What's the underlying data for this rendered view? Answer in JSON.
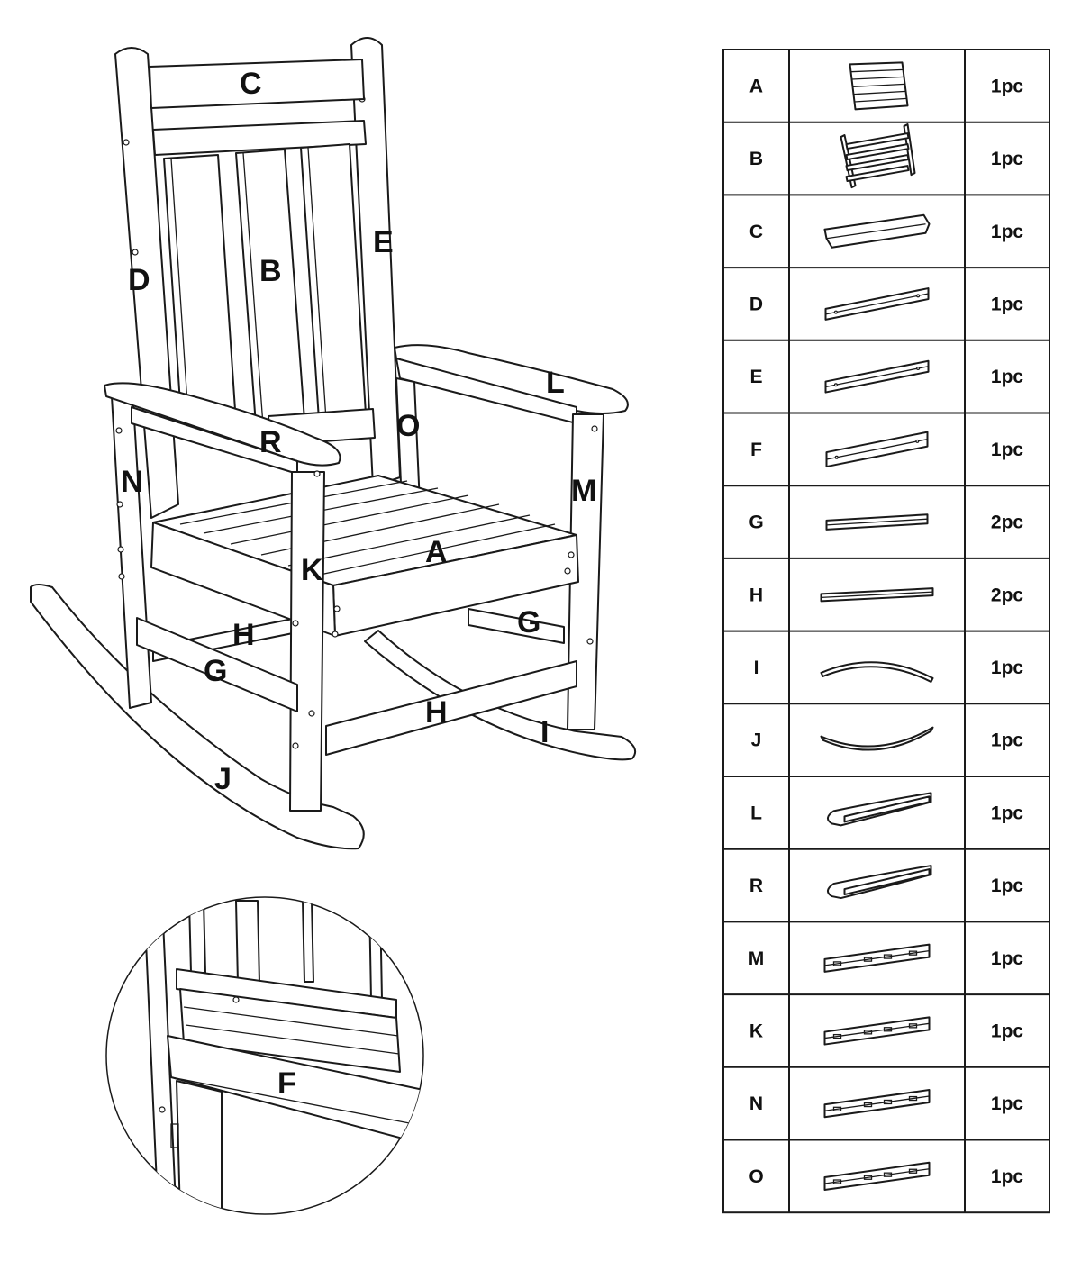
{
  "chair_labels": {
    "A": "A",
    "B": "B",
    "C": "C",
    "D": "D",
    "E": "E",
    "G1": "G",
    "G2": "G",
    "H1": "H",
    "H2": "H",
    "I": "I",
    "J": "J",
    "K": "K",
    "L": "L",
    "M": "M",
    "N": "N",
    "O": "O",
    "R": "R"
  },
  "detail_label": "F",
  "parts": [
    {
      "letter": "A",
      "qty": "1pc",
      "icon": "seat-slats-panel-icon"
    },
    {
      "letter": "B",
      "qty": "1pc",
      "icon": "backrest-frame-icon"
    },
    {
      "letter": "C",
      "qty": "1pc",
      "icon": "top-board-icon"
    },
    {
      "letter": "D",
      "qty": "1pc",
      "icon": "left-back-post-icon"
    },
    {
      "letter": "E",
      "qty": "1pc",
      "icon": "right-back-post-icon"
    },
    {
      "letter": "F",
      "qty": "1pc",
      "icon": "back-support-rail-icon"
    },
    {
      "letter": "G",
      "qty": "2pc",
      "icon": "side-rail-icon"
    },
    {
      "letter": "H",
      "qty": "2pc",
      "icon": "cross-rail-icon"
    },
    {
      "letter": "I",
      "qty": "1pc",
      "icon": "right-rocker-icon"
    },
    {
      "letter": "J",
      "qty": "1pc",
      "icon": "left-rocker-icon"
    },
    {
      "letter": "L",
      "qty": "1pc",
      "icon": "left-armrest-icon"
    },
    {
      "letter": "R",
      "qty": "1pc",
      "icon": "right-armrest-icon"
    },
    {
      "letter": "M",
      "qty": "1pc",
      "icon": "front-leg-m-icon"
    },
    {
      "letter": "K",
      "qty": "1pc",
      "icon": "front-leg-k-icon"
    },
    {
      "letter": "N",
      "qty": "1pc",
      "icon": "rear-leg-n-icon"
    },
    {
      "letter": "O",
      "qty": "1pc",
      "icon": "rear-leg-o-icon"
    }
  ]
}
